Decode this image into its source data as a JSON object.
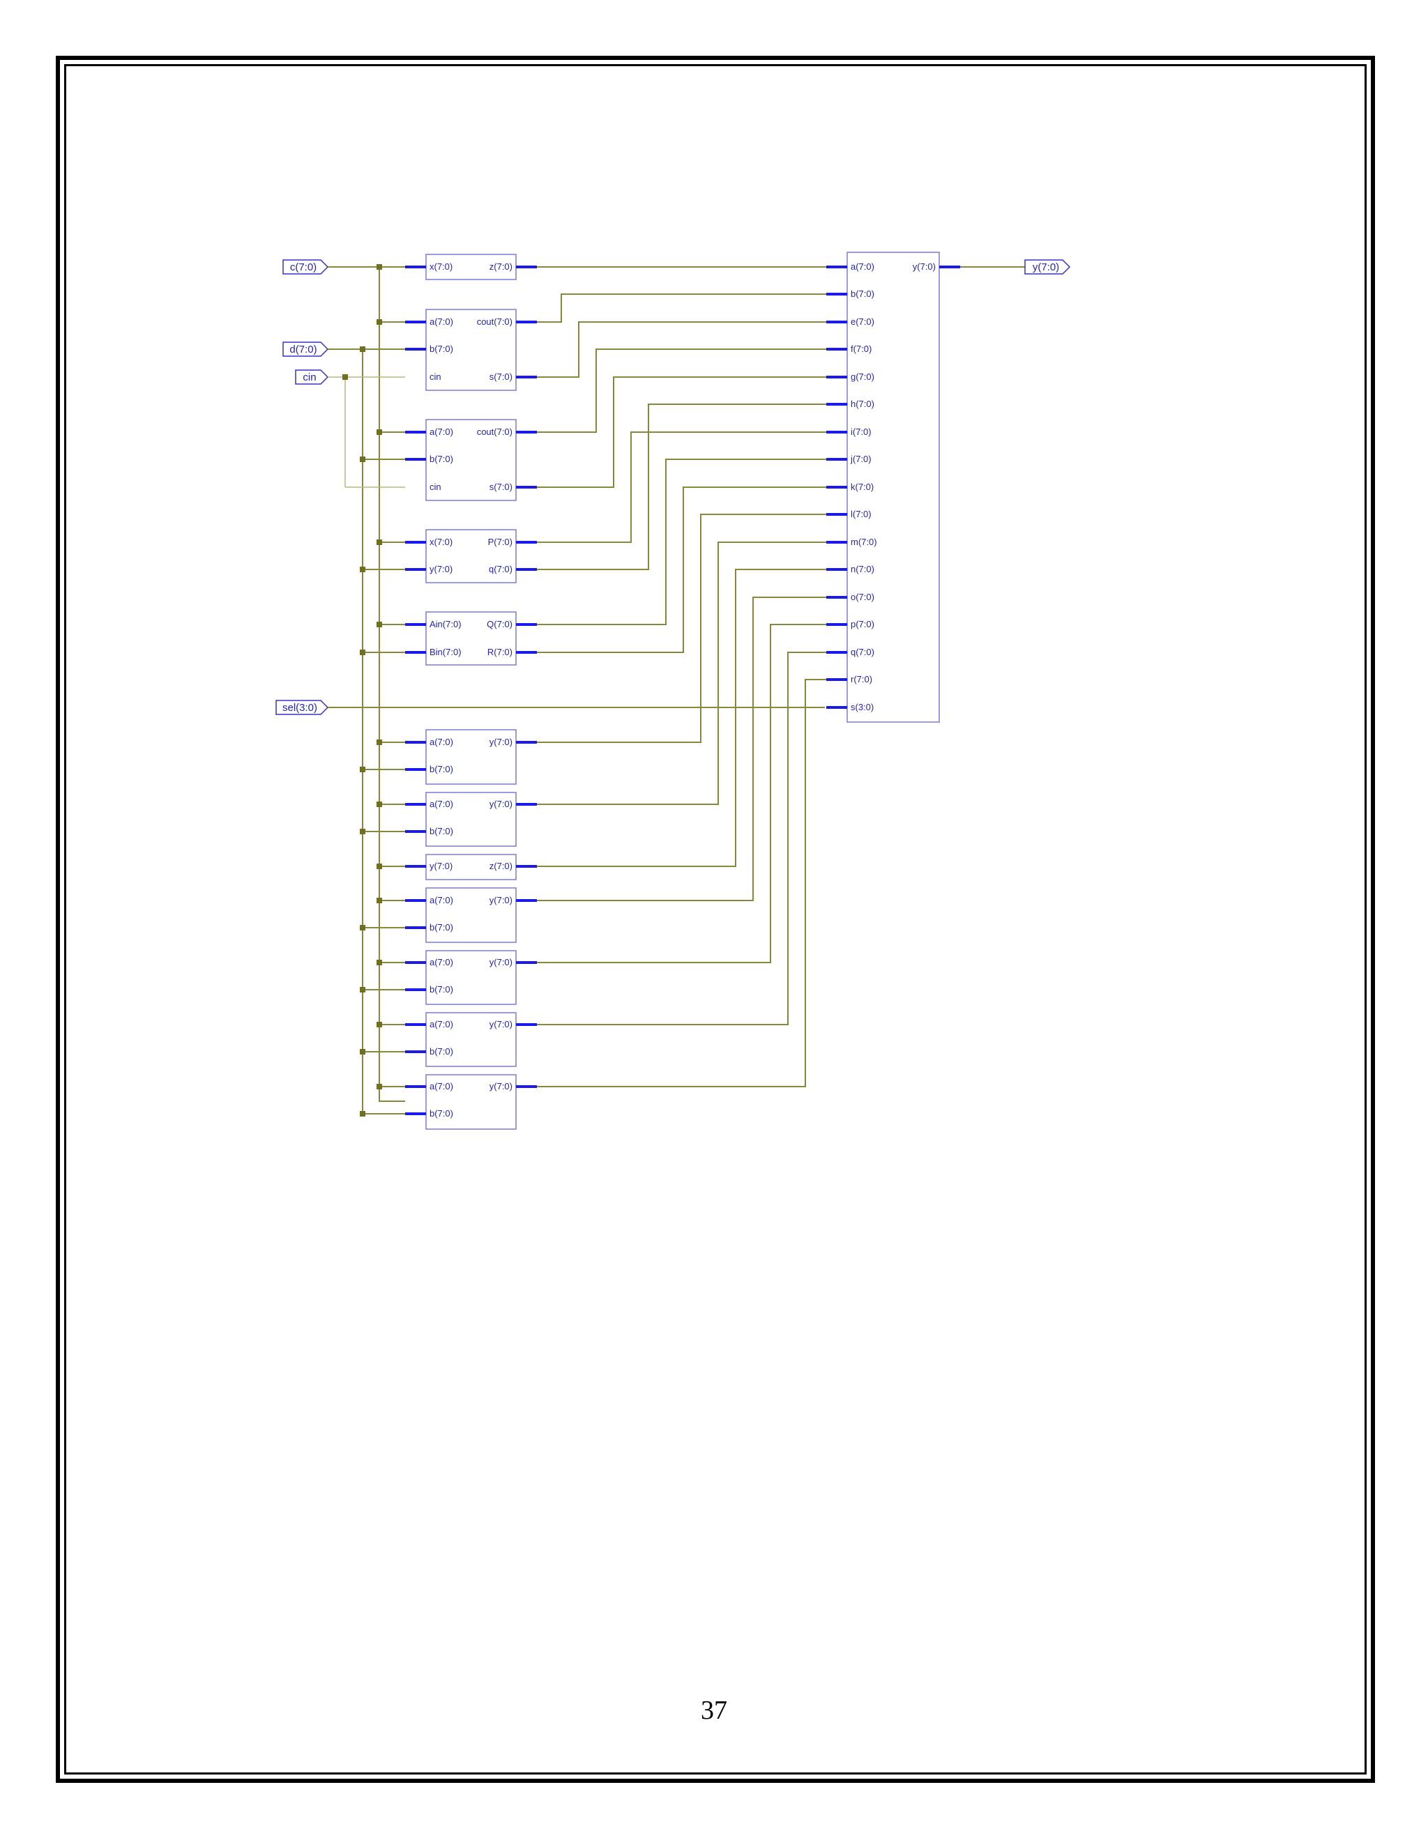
{
  "page_number": "37",
  "inputs": [
    {
      "id": "c",
      "label": "c(7:0)"
    },
    {
      "id": "d",
      "label": "d(7:0)"
    },
    {
      "id": "cin",
      "label": "cin"
    },
    {
      "id": "sel",
      "label": "sel(3:0)"
    }
  ],
  "output": {
    "label": "y(7:0)"
  },
  "mux": {
    "inputs": [
      "a(7:0)",
      "b(7:0)",
      "e(7:0)",
      "f(7:0)",
      "g(7:0)",
      "h(7:0)",
      "i(7:0)",
      "j(7:0)",
      "k(7:0)",
      "l(7:0)",
      "m(7:0)",
      "n(7:0)",
      "o(7:0)",
      "p(7:0)",
      "q(7:0)",
      "r(7:0)",
      "s(3:0)"
    ],
    "output": "y(7:0)"
  },
  "blocks": [
    {
      "id": "b1",
      "inputs": [
        "x(7:0)"
      ],
      "outputs": [
        "z(7:0)"
      ]
    },
    {
      "id": "b2",
      "inputs": [
        "a(7:0)",
        "b(7:0)",
        "cin"
      ],
      "outputs": [
        "cout(7:0)",
        "s(7:0)"
      ]
    },
    {
      "id": "b3",
      "inputs": [
        "a(7:0)",
        "b(7:0)",
        "cin"
      ],
      "outputs": [
        "cout(7:0)",
        "s(7:0)"
      ]
    },
    {
      "id": "b4",
      "inputs": [
        "x(7:0)",
        "y(7:0)"
      ],
      "outputs": [
        "P(7:0)",
        "q(7:0)"
      ]
    },
    {
      "id": "b5",
      "inputs": [
        "Ain(7:0)",
        "Bin(7:0)"
      ],
      "outputs": [
        "Q(7:0)",
        "R(7:0)"
      ]
    },
    {
      "id": "b6",
      "inputs": [
        "a(7:0)",
        "b(7:0)"
      ],
      "outputs": [
        "y(7:0)"
      ]
    },
    {
      "id": "b7",
      "inputs": [
        "a(7:0)",
        "b(7:0)"
      ],
      "outputs": [
        "y(7:0)"
      ]
    },
    {
      "id": "b8",
      "inputs": [
        "y(7:0)"
      ],
      "outputs": [
        "z(7:0)"
      ]
    },
    {
      "id": "b9",
      "inputs": [
        "a(7:0)",
        "b(7:0)"
      ],
      "outputs": [
        "y(7:0)"
      ]
    },
    {
      "id": "b10",
      "inputs": [
        "a(7:0)",
        "b(7:0)"
      ],
      "outputs": [
        "y(7:0)"
      ]
    },
    {
      "id": "b11",
      "inputs": [
        "a(7:0)",
        "b(7:0)"
      ],
      "outputs": [
        "y(7:0)"
      ]
    },
    {
      "id": "b12",
      "inputs": [
        "a(7:0)",
        "b(7:0)"
      ],
      "outputs": [
        "y(7:0)"
      ]
    }
  ]
}
